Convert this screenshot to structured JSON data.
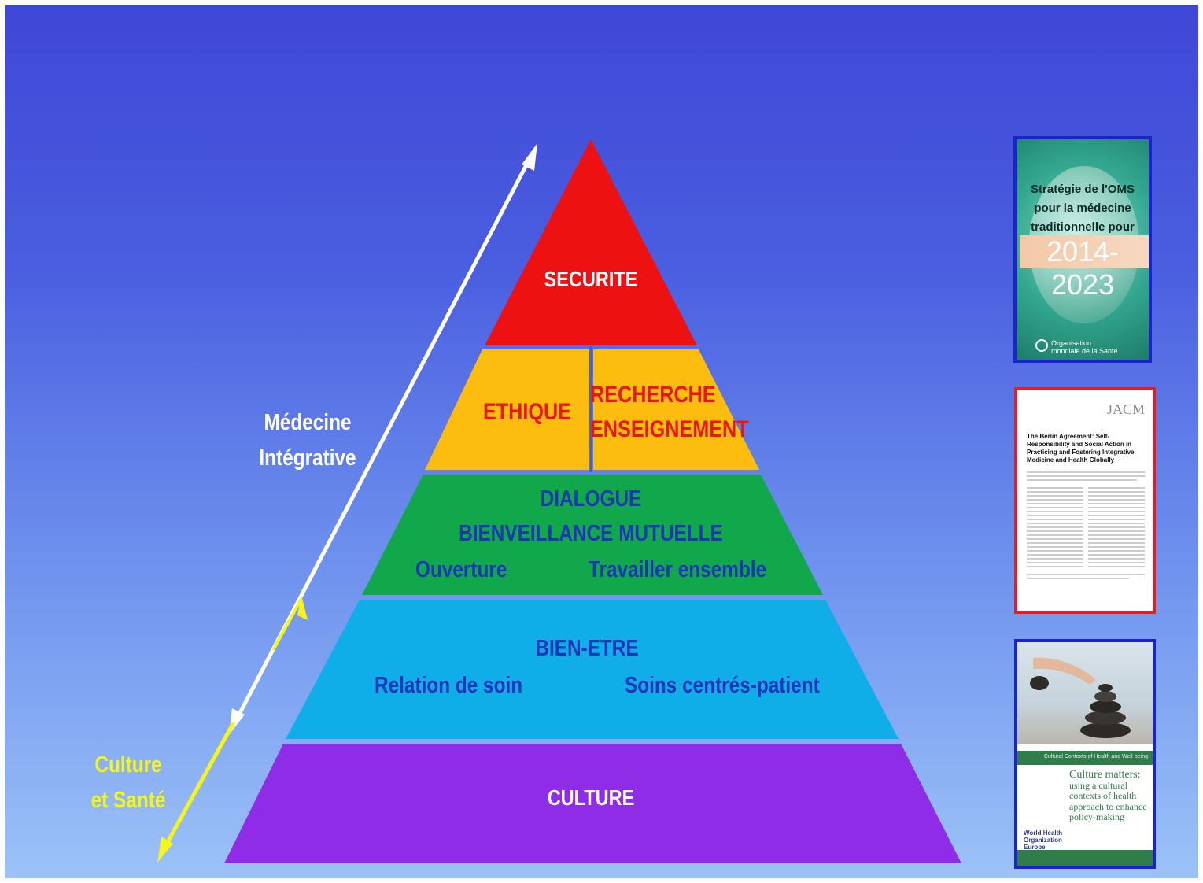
{
  "pyramid": {
    "level_top": {
      "label": "SECURITE",
      "color": "#ee1111"
    },
    "level_ethique": {
      "left_label": "ETHIQUE",
      "right_line1": "RECHERCHE",
      "right_line2": "ENSEIGNEMENT",
      "color": "#fdbd0f"
    },
    "level_dialogue": {
      "line1": "DIALOGUE",
      "line2": "BIENVEILLANCE MUTUELLE",
      "left": "Ouverture",
      "right": "Travailler ensemble",
      "color": "#10a84a"
    },
    "level_bienetre": {
      "title": "BIEN-ETRE",
      "left": "Relation de soin",
      "right": "Soins centrés-patient",
      "color": "#10aee8"
    },
    "level_culture": {
      "label": "CULTURE",
      "color": "#8f2ce8"
    }
  },
  "arrows": {
    "white_label_line1": "Médecine",
    "white_label_line2": "Intégrative",
    "yellow_label_line1": "Culture",
    "yellow_label_line2": "et Santé",
    "white_color": "#ffffff",
    "yellow_color": "#f5f51a"
  },
  "covers": {
    "oms": {
      "title_line1": "Stratégie de l'OMS",
      "title_line2": "pour la médecine",
      "title_line3": "traditionnelle pour",
      "years": "2014-2023",
      "org_line1": "Organisation",
      "org_line2": "mondiale de la Santé"
    },
    "jacm": {
      "logo": "JACM",
      "title": "The Berlin Agreement: Self-Responsibility and Social Action in Practicing and Fostering Integrative Medicine and Health Globally"
    },
    "culture": {
      "series": "Cultural Contexts of Health and Well-being",
      "title_line1": "Culture matters:",
      "title_line2": "using a cultural",
      "title_line3": "contexts of health",
      "title_line4": "approach to enhance",
      "title_line5": "policy-making",
      "who_line1": "World Health",
      "who_line2": "Organization",
      "who_line3": "Europe"
    }
  }
}
